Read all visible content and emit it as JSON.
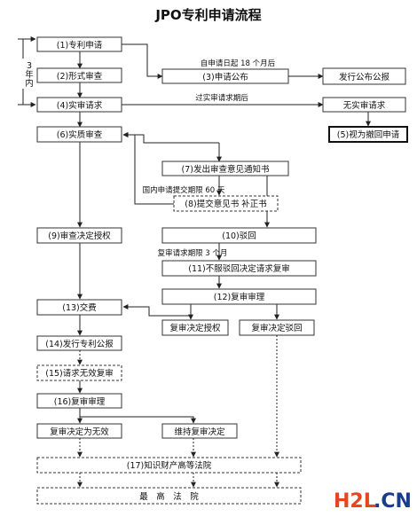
{
  "title": "JPO专利申请流程",
  "years_label": [
    "3",
    "年",
    "内"
  ],
  "boxes": {
    "b1": "(1)专利申请",
    "b2": "(2)形式审查",
    "b3": "(3)申请公布",
    "b3r": "发行公布公报",
    "b4": "(4)实审请求",
    "b4r": "无实审请求",
    "b5": "(5)视为撤回申请",
    "b6": "(6)实质审查",
    "b7": "(7)发出审查意见通知书",
    "b8": "(8)提交意见书  补正书",
    "b9": "(9)审查决定授权",
    "b10": "(10)驳回",
    "b11": "(11)不服驳回决定请求复审",
    "b12": "(12)复审审理",
    "b13": "(13)交费",
    "b12l": "复审决定授权",
    "b12r": "复审决定驳回",
    "b14": "(14)发行专利公报",
    "b15": "(15)请求无效复审",
    "b16": "(16)复审审理",
    "b16l": "复审决定为无效",
    "b16r": "维持复审决定",
    "b17": "(17)知识财产高等法院",
    "b18": "最　高　法　院"
  },
  "notes": {
    "n18m": "自申请日起 18 个月后",
    "noexam": "过实审请求期后",
    "reply60": "国内申请提交期限 60 天",
    "appeal3m": "复审请求期限 3 个月"
  },
  "watermark": {
    "part1": "H2L",
    "part2": ".CN"
  }
}
